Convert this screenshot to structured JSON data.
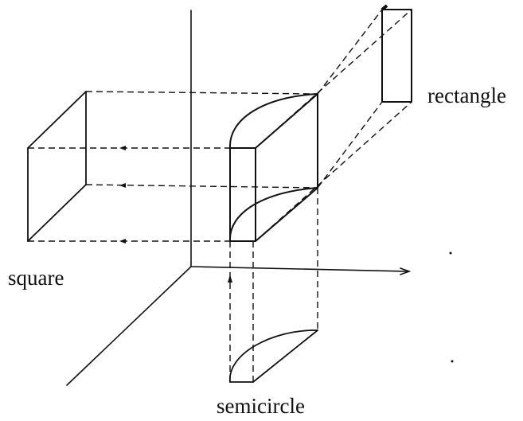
{
  "labels": {
    "rectangle": "rectangle",
    "square": "square",
    "semicircle": "semicircle"
  },
  "colors": {
    "ink": "#111111",
    "background": "#ffffff"
  }
}
